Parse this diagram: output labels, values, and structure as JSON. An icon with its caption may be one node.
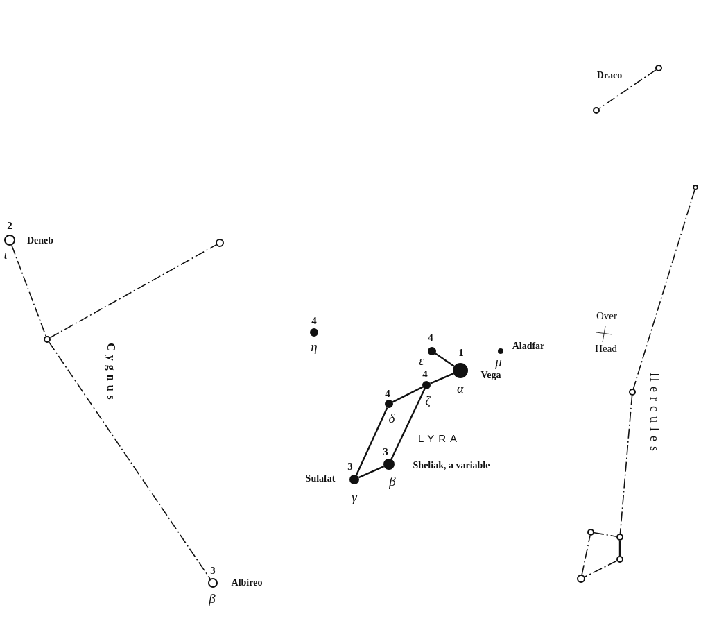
{
  "diagram": {
    "nodes": [
      {
        "text": [],
        "shape": "circle"
      },
      {
        "text": [],
        "shape": "circle"
      },
      {
        "text": [],
        "shape": "circle"
      },
      {
        "text": [],
        "shape": "circle",
        "beside": [
          "2",
          "Deneb",
          "ι"
        ]
      },
      {
        "text": [],
        "shape": "circle"
      },
      {
        "text": [],
        "shape": "circle",
        "beside": [
          "4",
          "η"
        ]
      },
      {
        "text": [],
        "shape": "circle"
      },
      {
        "text": [],
        "shape": "circle",
        "beside": [
          "Aladfar",
          "μ"
        ]
      },
      {
        "text": [],
        "shape": "circle",
        "beside": [
          "4",
          "ε"
        ]
      },
      {
        "text": [],
        "shape": "circle",
        "beside": [
          "1",
          "Vega",
          "α"
        ]
      },
      {
        "text": [],
        "shape": "circle",
        "beside": [
          "4",
          "ζ"
        ]
      },
      {
        "text": [],
        "shape": "circle"
      },
      {
        "text": [],
        "shape": "circle",
        "beside": [
          "4",
          "δ"
        ]
      },
      {
        "text": [],
        "shape": "circle",
        "beside": [
          "3",
          "Sheliak, a variable",
          "β"
        ]
      },
      {
        "text": [],
        "shape": "circle",
        "beside": [
          "3",
          "Sulafat",
          "γ"
        ]
      },
      {
        "text": [],
        "shape": "circle"
      },
      {
        "text": [],
        "shape": "circle"
      },
      {
        "text": [],
        "shape": "circle"
      },
      {
        "text": [],
        "shape": "circle"
      },
      {
        "text": [],
        "shape": "circle",
        "beside": [
          "3",
          "Albireo",
          "β"
        ]
      }
    ],
    "edges": [
      {
        "from": 0,
        "to": 1,
        "arrow": "none",
        "style": "dashed"
      },
      {
        "from": 2,
        "to": 11,
        "arrow": "none",
        "style": "dashed"
      },
      {
        "from": 11,
        "to": 16,
        "arrow": "none",
        "style": "dashed"
      },
      {
        "from": 15,
        "to": 16,
        "arrow": "none",
        "style": "dashed"
      },
      {
        "from": 16,
        "to": 17,
        "arrow": "none"
      },
      {
        "from": 17,
        "to": 18,
        "arrow": "none",
        "style": "dashed"
      },
      {
        "from": 18,
        "to": 15,
        "arrow": "none",
        "style": "dashed"
      },
      {
        "from": 3,
        "to": 6,
        "arrow": "none",
        "style": "dashed"
      },
      {
        "from": 6,
        "to": 4,
        "arrow": "none",
        "style": "dashed"
      },
      {
        "from": 6,
        "to": 19,
        "arrow": "none",
        "style": "dashed"
      },
      {
        "from": 8,
        "to": 9,
        "arrow": "none"
      },
      {
        "from": 9,
        "to": 10,
        "arrow": "none"
      },
      {
        "from": 10,
        "to": 12,
        "arrow": "none"
      },
      {
        "from": 12,
        "to": 14,
        "arrow": "none"
      },
      {
        "from": 14,
        "to": 13,
        "arrow": "none"
      },
      {
        "from": 13,
        "to": 10,
        "arrow": "none"
      }
    ],
    "labels": [
      "Draco",
      "Over",
      "Head",
      "Cygnus",
      "Hercules",
      "LYRA"
    ]
  }
}
